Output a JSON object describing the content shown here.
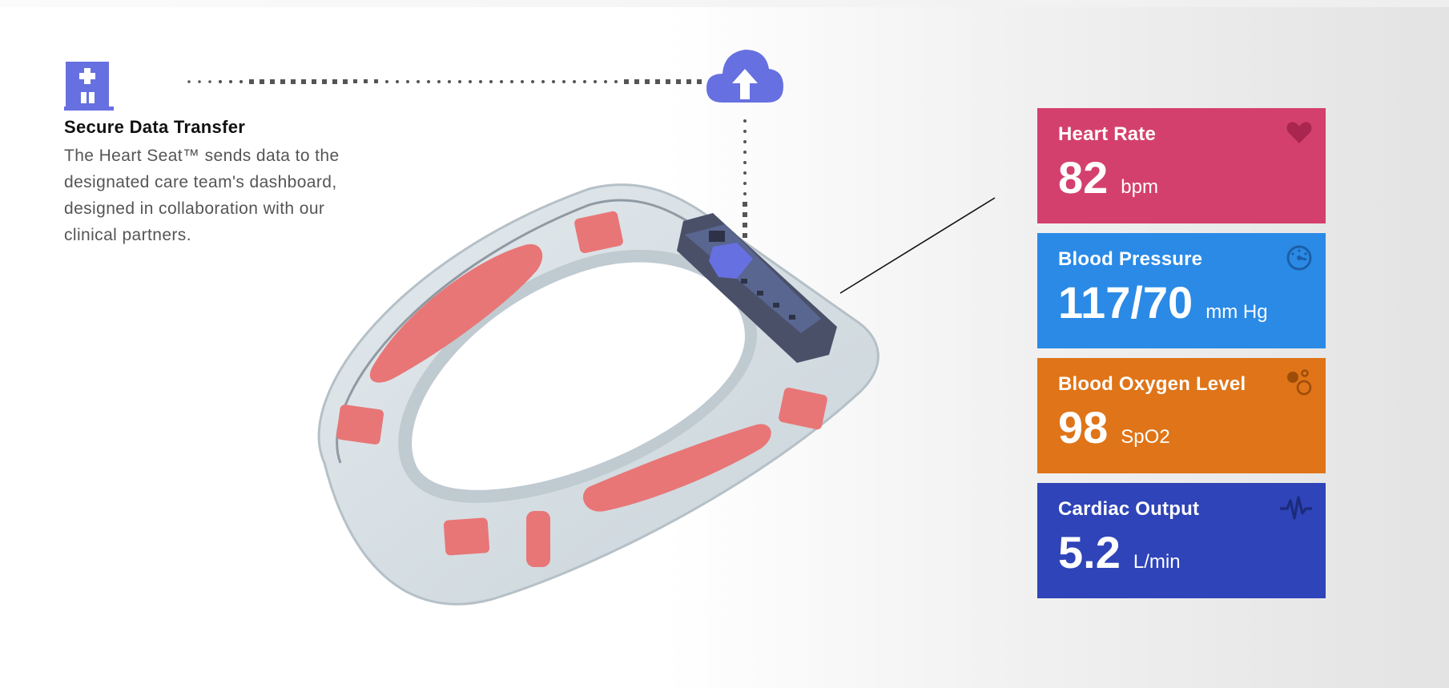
{
  "info": {
    "title": "Secure Data Transfer",
    "body": "The Heart Seat™ sends data to the designated care team's dashboard, designed in collaboration with our clinical partners."
  },
  "icons": {
    "hospital": "hospital-icon",
    "cloud": "cloud-upload-icon"
  },
  "colors": {
    "accent": "#6670e0",
    "sensor": "#e87676",
    "seat": "#d4dde2"
  },
  "metrics": [
    {
      "title": "Heart Rate",
      "value": "82",
      "unit": "bpm",
      "color": "#d4406d",
      "icon": "heart-icon"
    },
    {
      "title": "Blood Pressure",
      "value": "117/70",
      "unit": "mm Hg",
      "color": "#2a8ae6",
      "icon": "gauge-icon"
    },
    {
      "title": "Blood Oxygen Level",
      "value": "98",
      "unit": "SpO2",
      "color": "#df7418",
      "icon": "bubbles-icon"
    },
    {
      "title": "Cardiac Output",
      "value": "5.2",
      "unit": "L/min",
      "color": "#2e44b8",
      "icon": "pulse-icon"
    }
  ]
}
